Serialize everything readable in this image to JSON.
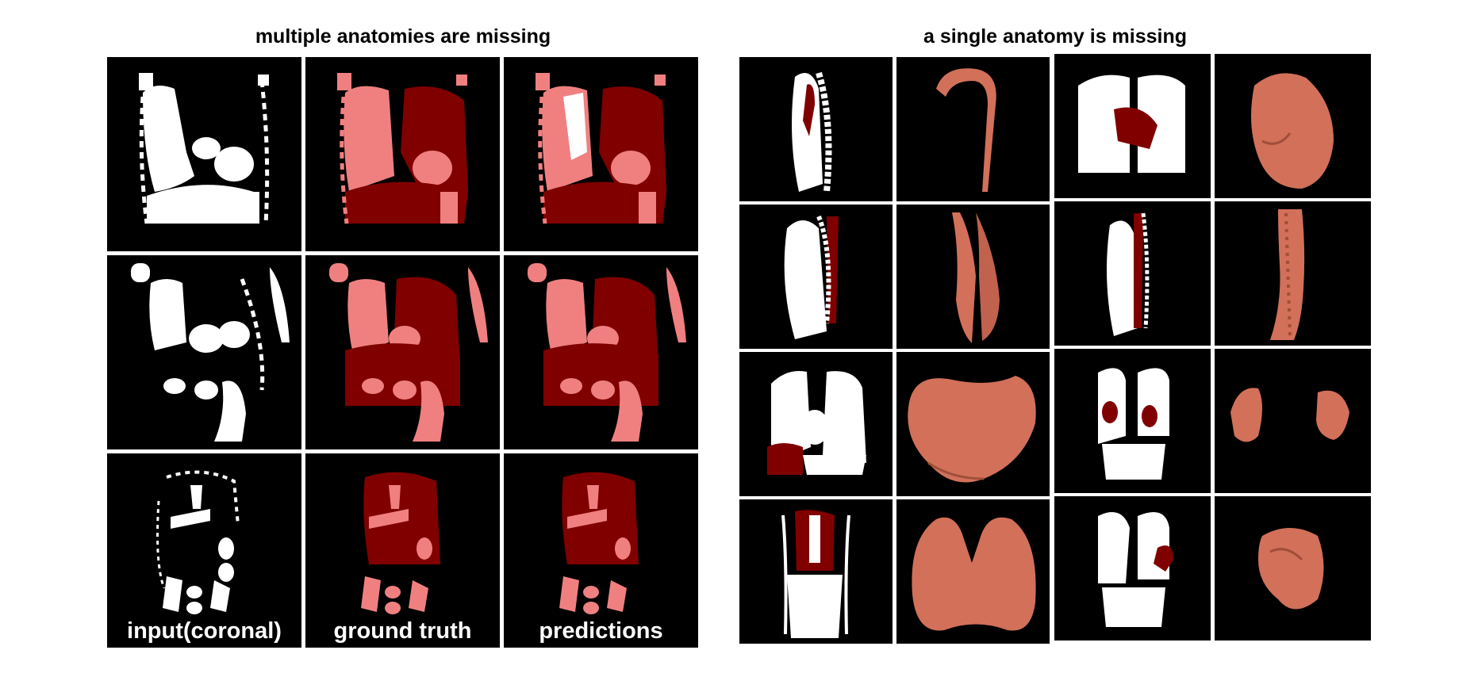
{
  "colors": {
    "white": "#ffffff",
    "light_red": "#f08080",
    "dark_red": "#800000",
    "render": "#d2705a",
    "render_shadow": "#a04e3a"
  },
  "left": {
    "title": "multiple anatomies are missing",
    "captions": {
      "input": "input(coronal)",
      "ground_truth": "ground truth",
      "predictions": "predictions"
    }
  },
  "right": {
    "title": "a single anatomy is missing",
    "pairs": [
      {
        "block": 1,
        "row": 1,
        "render": "aorta-render"
      },
      {
        "block": 1,
        "row": 2,
        "render": "lungs-strip-render"
      },
      {
        "block": 1,
        "row": 3,
        "render": "liver-render"
      },
      {
        "block": 1,
        "row": 4,
        "render": "lung-pair-render"
      },
      {
        "block": 2,
        "row": 1,
        "render": "lung-render"
      },
      {
        "block": 2,
        "row": 2,
        "render": "spine-render"
      },
      {
        "block": 2,
        "row": 3,
        "render": "kidneys-render"
      },
      {
        "block": 2,
        "row": 4,
        "render": "spleen-render"
      }
    ]
  }
}
